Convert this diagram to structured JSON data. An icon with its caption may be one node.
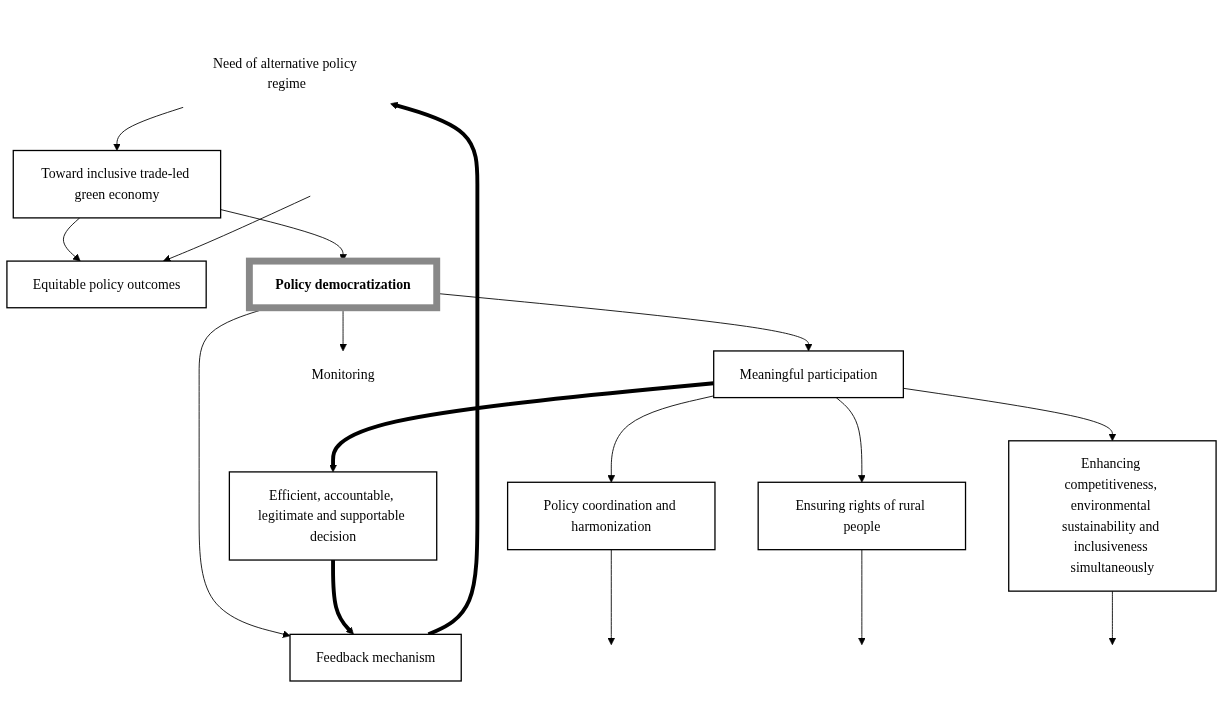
{
  "diagram": {
    "nodes": [
      {
        "text": [
          "Need of alternative policy regime"
        ]
      },
      {
        "text": [
          "Toward inclusive trade-led green economy"
        ]
      },
      {
        "text": [
          "Equitable policy outcomes"
        ]
      },
      {
        "text": [
          "Policy democratization"
        ]
      },
      {
        "text": [
          "Feedback mechanism"
        ]
      },
      {
        "text": [
          "Meaningful participation"
        ]
      },
      {
        "text": [
          "Policy coordination and harmonization"
        ]
      },
      {
        "text": [
          "Ensuring rights of rural people"
        ]
      },
      {
        "text": [
          "Enhancing competitiveness, environmental sustainability and inclusiveness simultaneously"
        ]
      },
      {
        "text": [
          "Monitoring"
        ]
      },
      {
        "text": [
          "Efficient, accountable, legitimate and supportable decision"
        ]
      }
    ],
    "edges": [
      {
        "from": 0,
        "to": 1,
        "arrow": "to"
      },
      {
        "from": 1,
        "to": 2,
        "arrow": "to"
      },
      {
        "from": 1,
        "to": 3,
        "arrow": "to"
      },
      {
        "from": 3,
        "to": 4,
        "arrow": "to"
      },
      {
        "from": 3,
        "to": 5,
        "arrow": "to"
      },
      {
        "from": 3,
        "to": 9,
        "arrow": "to"
      },
      {
        "from": 5,
        "to": 6,
        "arrow": "to"
      },
      {
        "from": 5,
        "to": 7,
        "arrow": "to"
      },
      {
        "from": 5,
        "to": 8,
        "arrow": "to"
      },
      {
        "from": 6,
        "to": null,
        "arrow": "to"
      },
      {
        "from": 7,
        "to": null,
        "arrow": "to"
      },
      {
        "from": 8,
        "to": null,
        "arrow": "to"
      },
      {
        "from": null,
        "to": 2,
        "arrow": "to"
      },
      {
        "from": 5,
        "to": 10,
        "arrow": "to",
        "style": "thick"
      },
      {
        "from": 10,
        "to": 4,
        "arrow": "to",
        "style": "thick"
      },
      {
        "from": 4,
        "to": 0,
        "arrow": "to",
        "style": "thick"
      }
    ]
  }
}
